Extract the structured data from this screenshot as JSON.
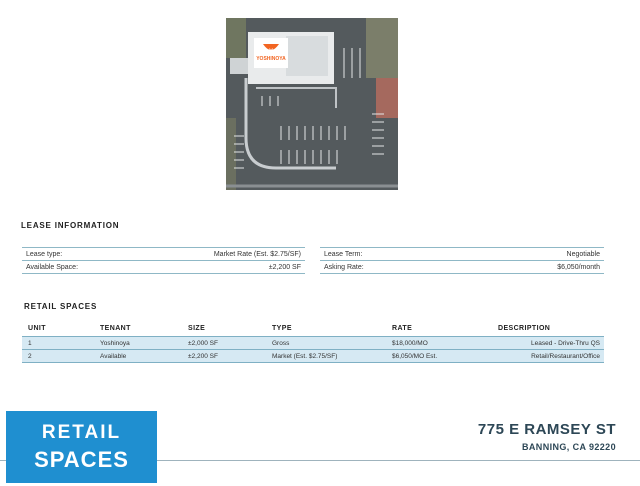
{
  "aerial": {
    "sign_text": "YOSHINOYA"
  },
  "lease_info": {
    "title": "LEASE INFORMATION",
    "left": [
      {
        "label": "Lease type:",
        "value": "Market Rate (Est. $2.75/SF)"
      },
      {
        "label": "Available Space:",
        "value": "±2,200 SF"
      }
    ],
    "right": [
      {
        "label": "Lease Term:",
        "value": "Negotiable"
      },
      {
        "label": "Asking Rate:",
        "value": "$6,050/month"
      }
    ]
  },
  "retail_spaces": {
    "title": "RETAIL SPACES",
    "columns": [
      "UNIT",
      "TENANT",
      "SIZE",
      "TYPE",
      "RATE",
      "DESCRIPTION"
    ],
    "rows": [
      {
        "unit": "1",
        "tenant": "Yoshinoya",
        "size": "±2,000 SF",
        "type": "Gross",
        "rate": "$18,000/MO",
        "description": "Leased - Drive-Thru QS"
      },
      {
        "unit": "2",
        "tenant": "Available",
        "size": "±2,200 SF",
        "type": "Market (Est. $2.75/SF)",
        "rate": "$6,050/MO Est.",
        "description": "Retail/Restaurant/Office"
      }
    ]
  },
  "footer": {
    "badge_line1": "RETAIL",
    "badge_line2": "SPACES",
    "address_line1": "775 E RAMSEY ST",
    "address_line2": "BANNING, CA 92220"
  },
  "colors": {
    "accent_blue": "#1f8fd0",
    "row_fill": "#d6e9f3",
    "address_text": "#2d4756",
    "logo_orange": "#f26522"
  }
}
